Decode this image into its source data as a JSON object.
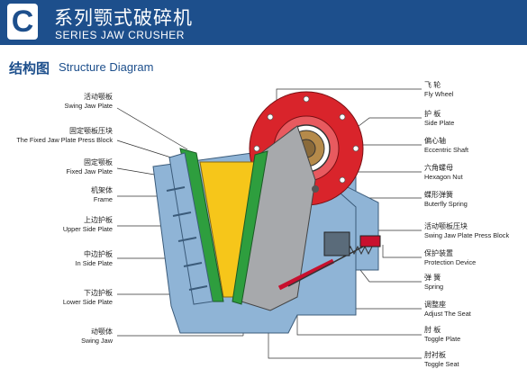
{
  "header": {
    "badge": "C",
    "title_cn": "系列颚式破碎机",
    "title_en": "SERIES JAW CRUSHER"
  },
  "section": {
    "title_cn": "结构图",
    "title_en": "Structure Diagram"
  },
  "labels_left": [
    {
      "cn": "活动颚板",
      "en": "Swing Jaw Plate"
    },
    {
      "cn": "固定颚板压块",
      "en": "The Fixed Jaw Plate Press Block"
    },
    {
      "cn": "固定颚板",
      "en": "Fixed Jaw Plate"
    },
    {
      "cn": "机架体",
      "en": "Frame"
    },
    {
      "cn": "上边护板",
      "en": "Upper Side Plate"
    },
    {
      "cn": "中边护板",
      "en": "In Side Plate"
    },
    {
      "cn": "下边护板",
      "en": "Lower Side Plate"
    },
    {
      "cn": "动颚体",
      "en": "Swing Jaw"
    }
  ],
  "labels_right": [
    {
      "cn": "飞  轮",
      "en": "Fly Wheel"
    },
    {
      "cn": "护  板",
      "en": "Side Plate"
    },
    {
      "cn": "偏心轴",
      "en": "Eccentric Shaft"
    },
    {
      "cn": "六角螺母",
      "en": "Hexagon Nut"
    },
    {
      "cn": "蝶形弹簧",
      "en": "Buterfly Spring"
    },
    {
      "cn": "活动颚板压块",
      "en": "Swing Jaw Plate Press Block"
    },
    {
      "cn": "保护装置",
      "en": "Protection Device"
    },
    {
      "cn": "弹  簧",
      "en": "Spring"
    },
    {
      "cn": "调整座",
      "en": "Adjust The Seat"
    },
    {
      "cn": "肘  板",
      "en": "Toggle Plate"
    },
    {
      "cn": "肘衬板",
      "en": "Toggle Seat"
    }
  ],
  "colors": {
    "header_bg": "#1d4f8c",
    "frame_blue": "#8fb4d6",
    "flywheel_red": "#d9242b",
    "jaw_green": "#2e9e3e",
    "gray": "#a7a9ac",
    "yellow": "#f6c61a",
    "toggle_red": "#c8102e"
  }
}
